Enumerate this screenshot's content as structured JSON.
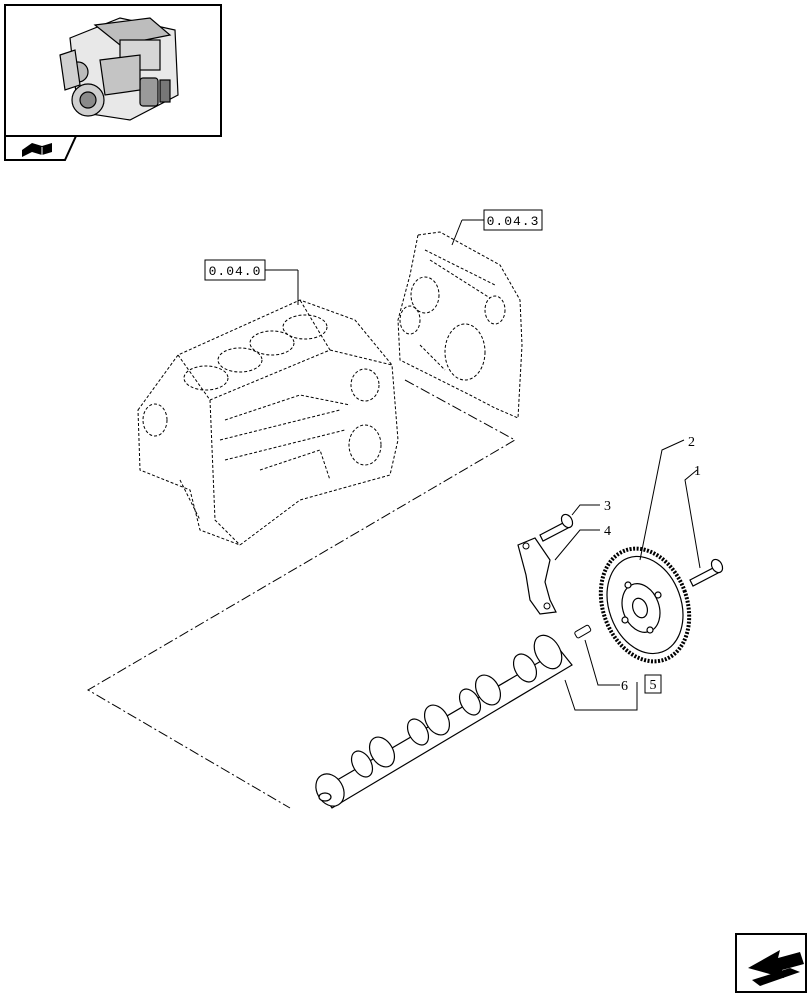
{
  "references": {
    "block": "0.04.0",
    "cover": "0.04.3"
  },
  "callouts": {
    "c1": "1",
    "c2": "2",
    "c3": "3",
    "c4": "4",
    "c5": "5",
    "c6": "6"
  },
  "icons": {
    "thumbnail": "engine-thumbnail-icon",
    "catalog": "catalog-book-icon",
    "next": "next-page-arrow-icon"
  }
}
